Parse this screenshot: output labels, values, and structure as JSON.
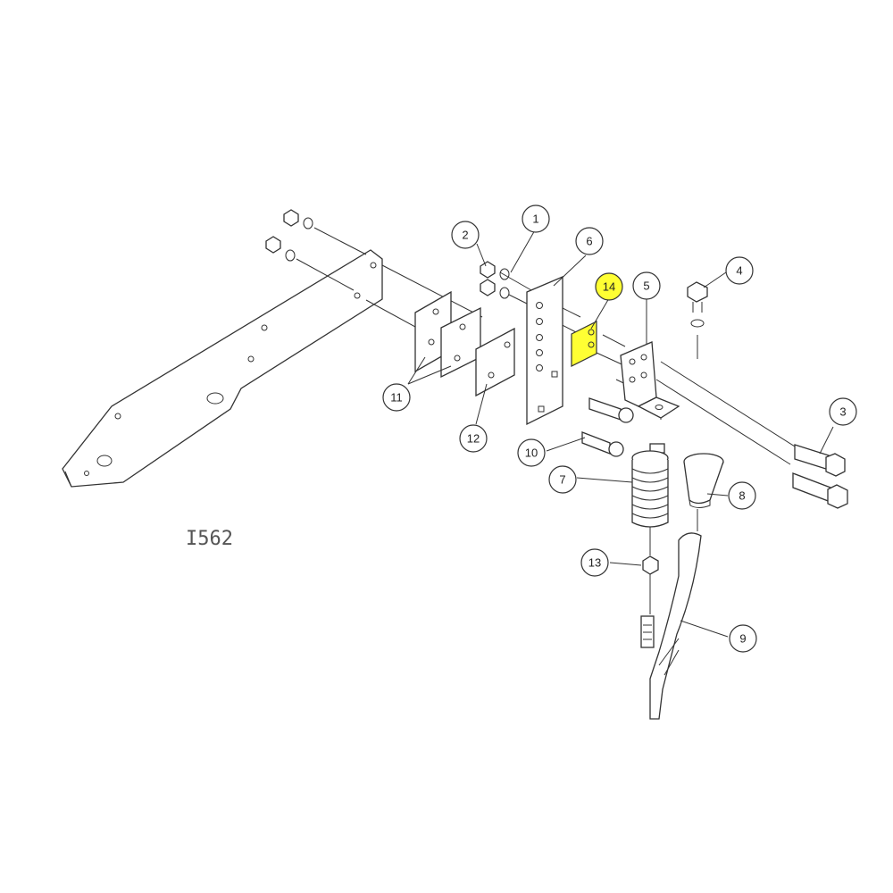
{
  "drawing_id": "I562",
  "highlight_color": "#ffff33",
  "line_color": "#333333",
  "callouts": [
    {
      "label": "1"
    },
    {
      "label": "2"
    },
    {
      "label": "3"
    },
    {
      "label": "4"
    },
    {
      "label": "5"
    },
    {
      "label": "6"
    },
    {
      "label": "7"
    },
    {
      "label": "8"
    },
    {
      "label": "9"
    },
    {
      "label": "10"
    },
    {
      "label": "11"
    },
    {
      "label": "12"
    },
    {
      "label": "13"
    },
    {
      "label": "14",
      "highlighted": true
    }
  ]
}
